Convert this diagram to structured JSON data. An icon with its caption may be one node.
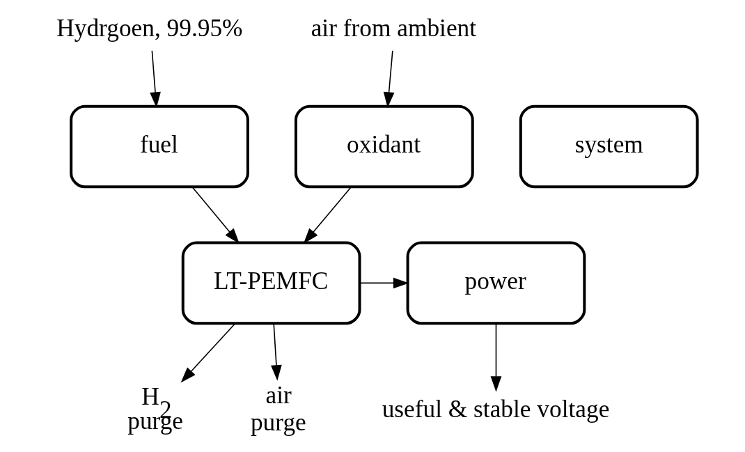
{
  "diagram": {
    "nodes": [
      {
        "text": [
          "fuel"
        ]
      },
      {
        "text": [
          "oxidant"
        ]
      },
      {
        "text": [
          "system"
        ]
      },
      {
        "text": [
          "LT-PEMFC"
        ]
      },
      {
        "text": [
          "power"
        ]
      },
      {
        "text": [
          "Hydrgoen, 99.95%"
        ]
      },
      {
        "text": [
          "air from ambient"
        ]
      },
      {
        "text": [
          "H$_{2}$ purge"
        ]
      },
      {
        "text": [
          "air purge"
        ]
      },
      {
        "text": [
          "useful & stable voltage"
        ]
      }
    ],
    "edges": [
      {
        "from": 5,
        "to": 0,
        "arrow": "to"
      },
      {
        "from": 6,
        "to": 1,
        "arrow": "to"
      },
      {
        "from": 0,
        "to": 3,
        "arrow": "to"
      },
      {
        "from": 1,
        "to": 3,
        "arrow": "to"
      },
      {
        "from": 3,
        "to": 4,
        "arrow": "to"
      },
      {
        "from": 3,
        "to": 7,
        "arrow": "to"
      },
      {
        "from": 3,
        "to": 8,
        "arrow": "to"
      },
      {
        "from": 4,
        "to": 9,
        "arrow": "to"
      }
    ]
  }
}
